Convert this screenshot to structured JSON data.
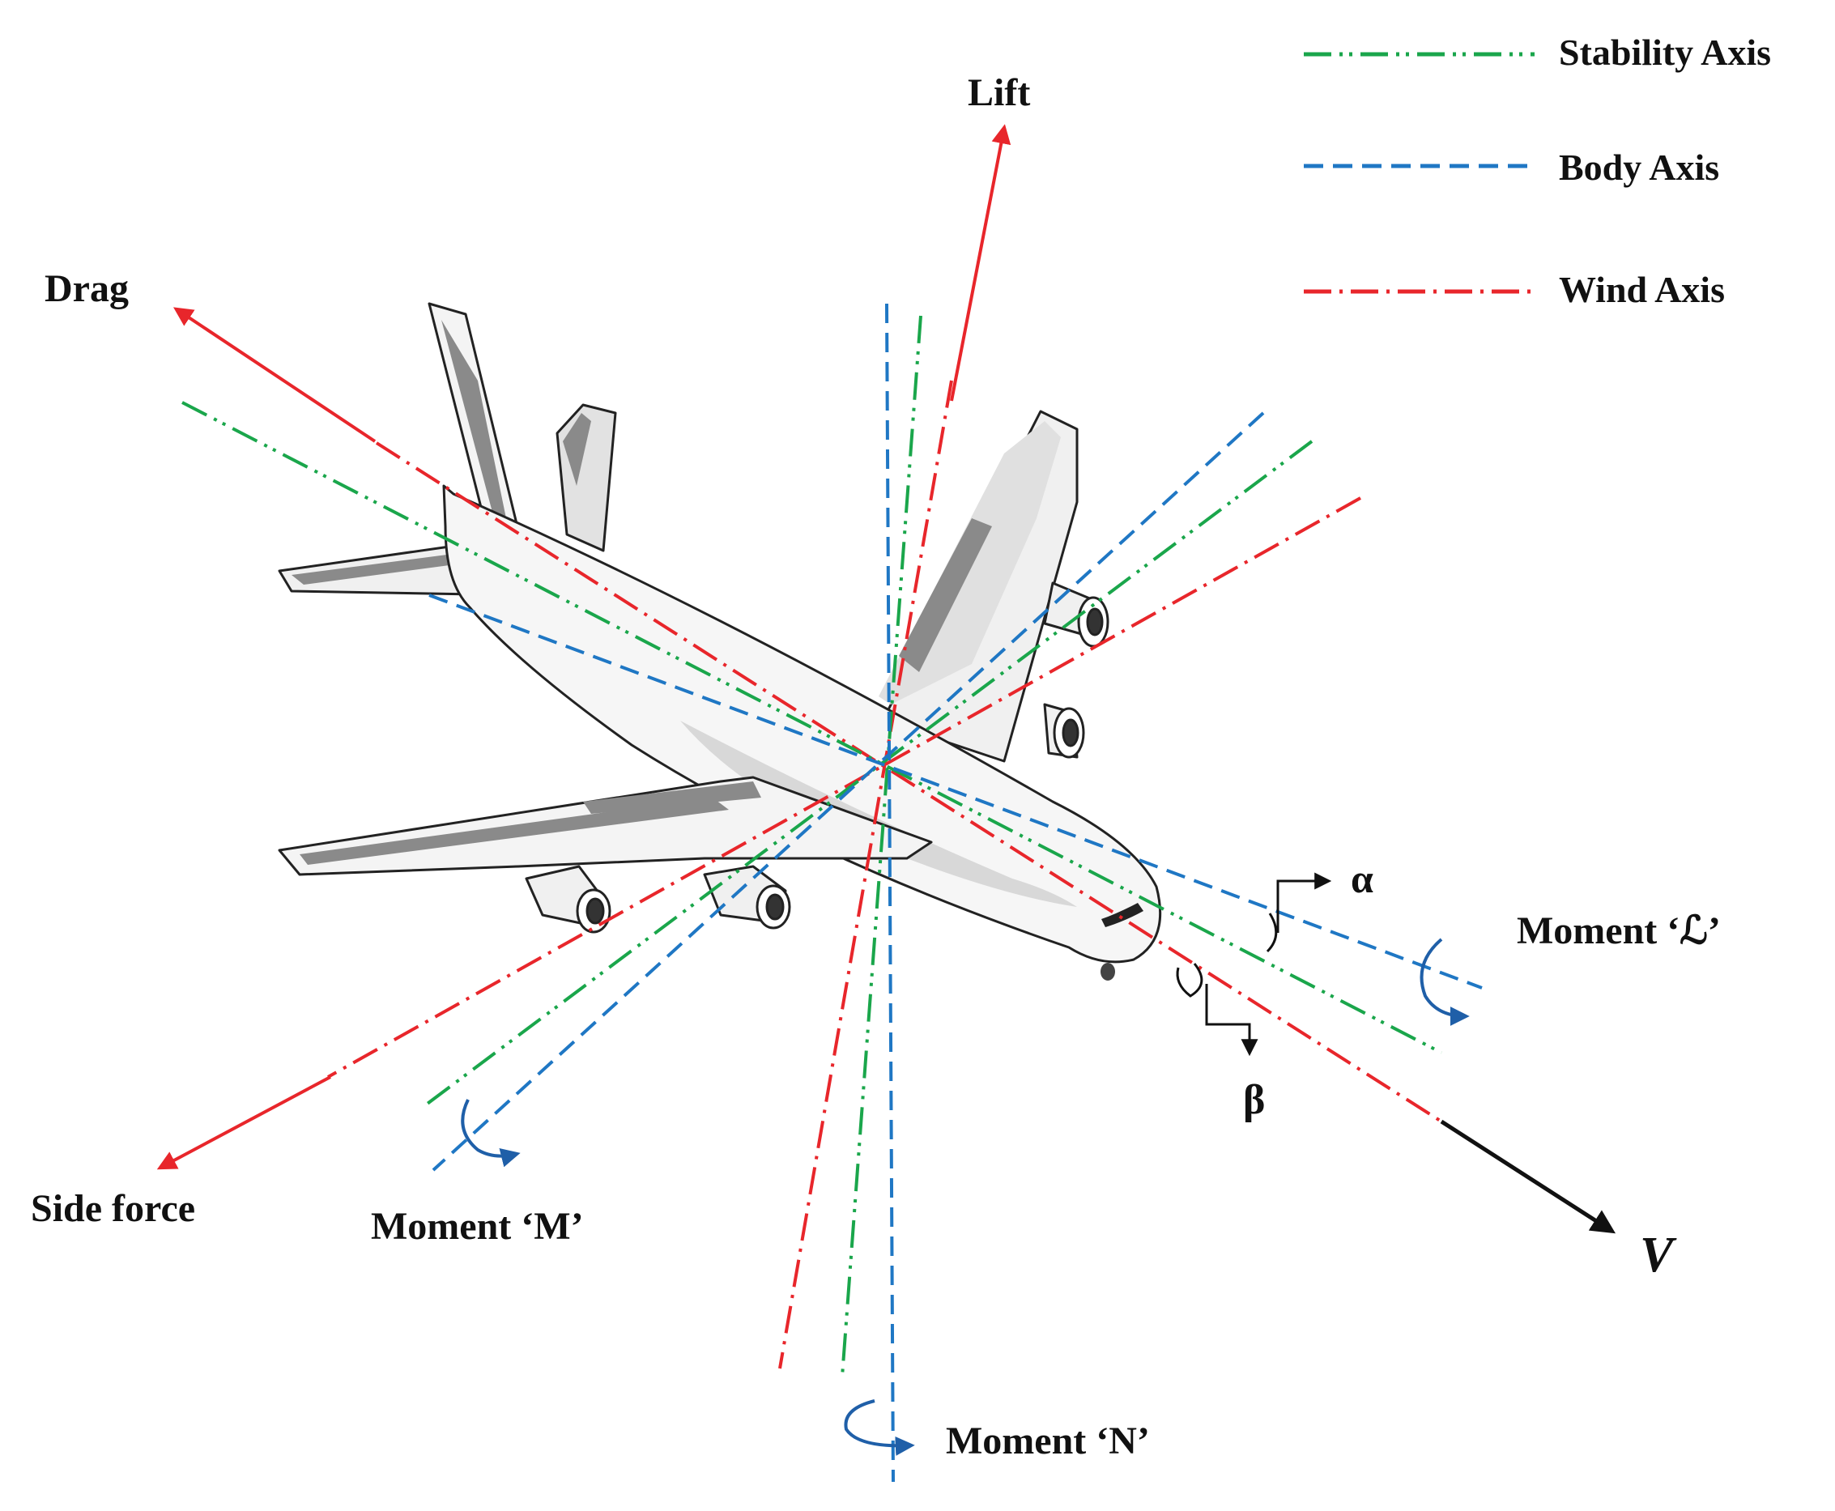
{
  "legend": {
    "stability_axis": {
      "label": "Stability Axis",
      "color": "#1aa64b",
      "dash": "dash-dot-dot"
    },
    "body_axis": {
      "label": "Body Axis",
      "color": "#1f77c4",
      "dash": "dashed"
    },
    "wind_axis": {
      "label": "Wind Axis",
      "color": "#e8262b",
      "dash": "dash-dot"
    }
  },
  "forces": {
    "lift": "Lift",
    "drag": "Drag",
    "side_force": "Side force",
    "velocity": "V"
  },
  "moments": {
    "roll": "Moment ‘ℒ’",
    "pitch": "Moment ‘M’",
    "yaw": "Moment ‘N’"
  },
  "angles": {
    "alpha": "α",
    "beta": "β"
  },
  "colors": {
    "force_arrow": "#e8262b",
    "moment_arrow": "#1f5fa8",
    "velocity_arrow": "#111111",
    "aircraft_outline": "#222222",
    "aircraft_fill": "#f4f4f4",
    "aircraft_shade": "#8a8a8a"
  }
}
